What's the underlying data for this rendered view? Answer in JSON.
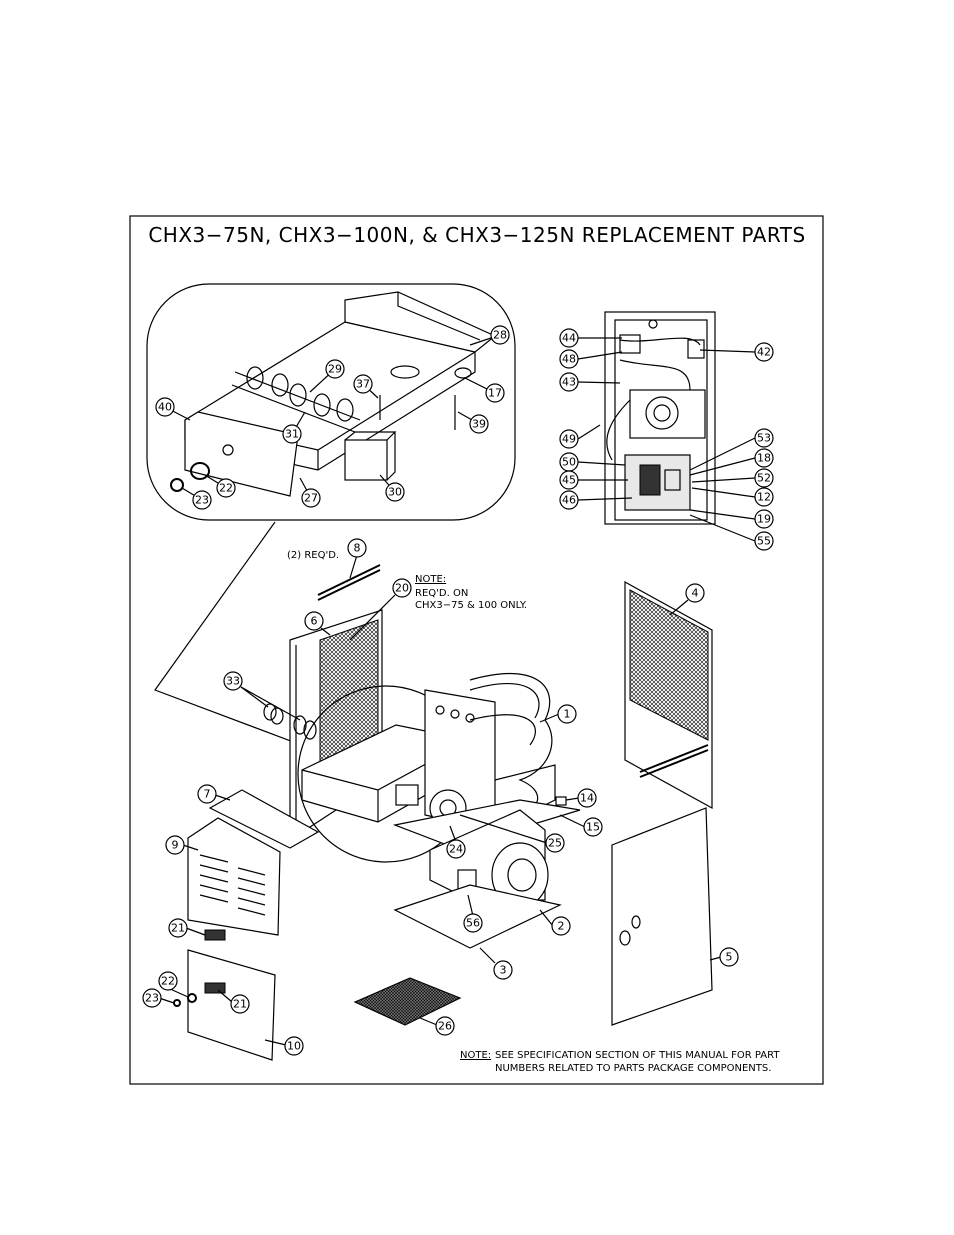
{
  "title": "CHX3−75N, CHX3−100N, & CHX3−125N REPLACEMENT PARTS",
  "notes": {
    "req_qty": "(2) REQ'D.",
    "note1_label": "NOTE:",
    "note1_line1": "REQ'D. ON",
    "note1_line2": "CHX3−75 & 100 ONLY.",
    "note2_label": "NOTE:",
    "note2_line1": "SEE SPECIFICATION SECTION OF THIS MANUAL FOR PART",
    "note2_line2": "NUMBERS RELATED TO PARTS PACKAGE COMPONENTS."
  },
  "callouts": {
    "c28": "28",
    "c29": "29",
    "c40": "40",
    "c37": "37",
    "c17": "17",
    "c31": "31",
    "c39": "39",
    "c22a": "22",
    "c23a": "23",
    "c27": "27",
    "c30": "30",
    "c44": "44",
    "c48": "48",
    "c43": "43",
    "c42": "42",
    "c49": "49",
    "c50": "50",
    "c45": "45",
    "c46": "46",
    "c53": "53",
    "c18": "18",
    "c52": "52",
    "c12": "12",
    "c19": "19",
    "c55": "55",
    "c8": "8",
    "c20": "20",
    "c6": "6",
    "c4": "4",
    "c33": "33",
    "c1": "1",
    "c7": "7",
    "c14": "14",
    "c15": "15",
    "c9": "9",
    "c24": "24",
    "c25": "25",
    "c21a": "21",
    "c56": "56",
    "c2": "2",
    "c5": "5",
    "c3": "3",
    "c22b": "22",
    "c23b": "23",
    "c21b": "21",
    "c10": "10",
    "c26": "26"
  }
}
